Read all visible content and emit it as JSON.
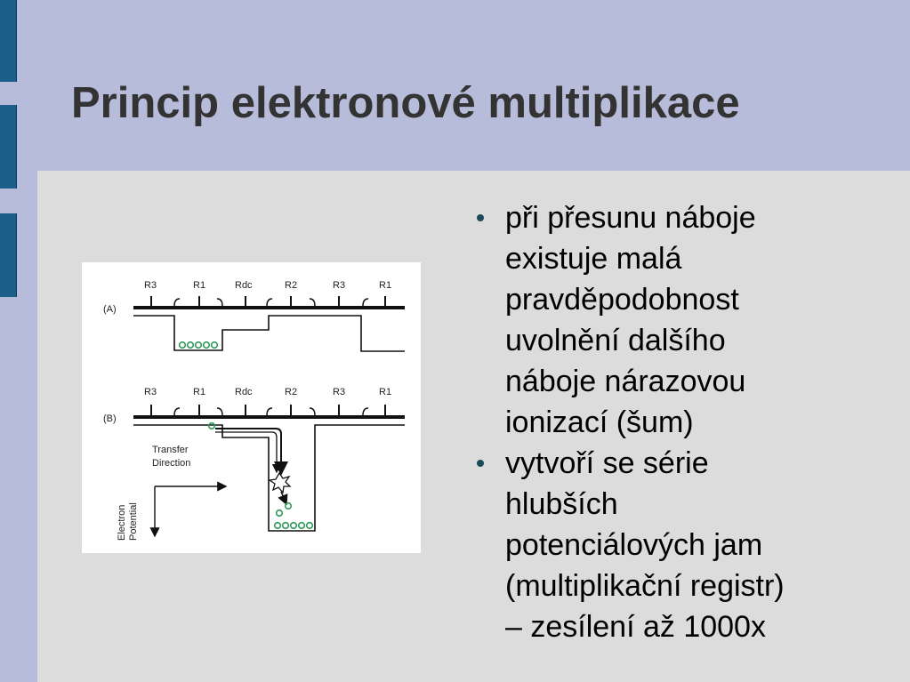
{
  "slide": {
    "title": "Princip elektronové multiplikace",
    "accent_color": "#1b5f8a",
    "background_color": "#b8bcdb",
    "content_background": "#dcdcdc"
  },
  "figure": {
    "panel_a": {
      "label": "(A)",
      "electrodes": [
        "R3",
        "R1",
        "Rdc",
        "R2",
        "R3",
        "R1"
      ]
    },
    "panel_b": {
      "label": "(B)",
      "electrodes": [
        "R3",
        "R1",
        "Rdc",
        "R2",
        "R3",
        "R1"
      ]
    },
    "transfer_direction_lines": [
      "Transfer",
      "Direction"
    ],
    "electron_potential_lines": [
      "Electron",
      "Potential"
    ],
    "electron_color": "#2e9a5a"
  },
  "bullets": [
    {
      "lines": [
        "při přesunu náboje",
        "existuje malá",
        "pravděpodobnost",
        "uvolnění dalšího",
        "náboje nárazovou",
        "ionizací (šum)"
      ]
    },
    {
      "lines": [
        "vytvoří se série",
        "hlubších",
        "potenciálových jam",
        "(multiplikační registr)",
        "– zesílení až 1000x"
      ]
    }
  ]
}
